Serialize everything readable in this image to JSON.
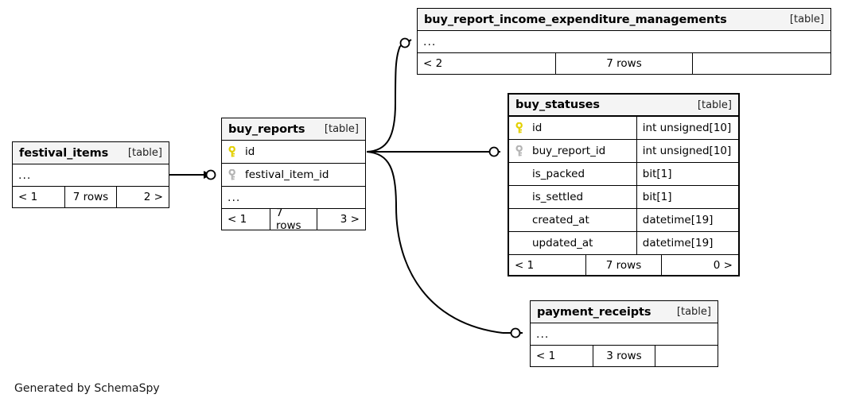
{
  "diagram": {
    "tool_credit": "Generated by SchemaSpy",
    "table_tag": "[table]",
    "ellipsis": "...",
    "colors": {
      "primary_key_icon": "#e8d70a",
      "foreign_key_icon": "#b3b3b3",
      "table_header_bg": "#f4f4f4",
      "border": "#000000",
      "background": "#ffffff"
    }
  },
  "tables": [
    {
      "id": "buy_report_income_expenditure_managements",
      "name": "buy_report_income_expenditure_managements",
      "tag": "[table]",
      "has_ellipsis_row": true,
      "columns": [],
      "footer": {
        "left": "< 2",
        "mid": "7 rows",
        "right": ""
      }
    },
    {
      "id": "buy_statuses",
      "name": "buy_statuses",
      "tag": "[table]",
      "has_ellipsis_row": false,
      "emphasized": true,
      "columns": [
        {
          "name": "id",
          "type": "int unsigned[10]",
          "key": "primary"
        },
        {
          "name": "buy_report_id",
          "type": "int unsigned[10]",
          "key": "foreign"
        },
        {
          "name": "is_packed",
          "type": "bit[1]",
          "key": "none"
        },
        {
          "name": "is_settled",
          "type": "bit[1]",
          "key": "none"
        },
        {
          "name": "created_at",
          "type": "datetime[19]",
          "key": "none"
        },
        {
          "name": "updated_at",
          "type": "datetime[19]",
          "key": "none"
        }
      ],
      "footer": {
        "left": "< 1",
        "mid": "7 rows",
        "right": "0 >"
      }
    },
    {
      "id": "buy_reports",
      "name": "buy_reports",
      "tag": "[table]",
      "has_ellipsis_row": true,
      "columns": [
        {
          "name": "id",
          "type": "",
          "key": "primary"
        },
        {
          "name": "festival_item_id",
          "type": "",
          "key": "foreign"
        }
      ],
      "footer": {
        "left": "< 1",
        "mid": "7 rows",
        "right": "3 >"
      }
    },
    {
      "id": "festival_items",
      "name": "festival_items",
      "tag": "[table]",
      "has_ellipsis_row": true,
      "columns": [],
      "footer": {
        "left": "< 1",
        "mid": "7 rows",
        "right": "2 >"
      }
    },
    {
      "id": "payment_receipts",
      "name": "payment_receipts",
      "tag": "[table]",
      "has_ellipsis_row": true,
      "columns": [],
      "footer": {
        "left": "< 1",
        "mid": "3 rows",
        "right": ""
      }
    }
  ],
  "relationships": [
    {
      "from": "festival_items",
      "to": "buy_reports",
      "to_column": "festival_item_id"
    },
    {
      "from": "buy_reports",
      "to": "buy_report_income_expenditure_managements"
    },
    {
      "from": "buy_reports",
      "to": "buy_statuses",
      "to_column": "buy_report_id"
    },
    {
      "from": "buy_reports",
      "to": "payment_receipts"
    }
  ]
}
